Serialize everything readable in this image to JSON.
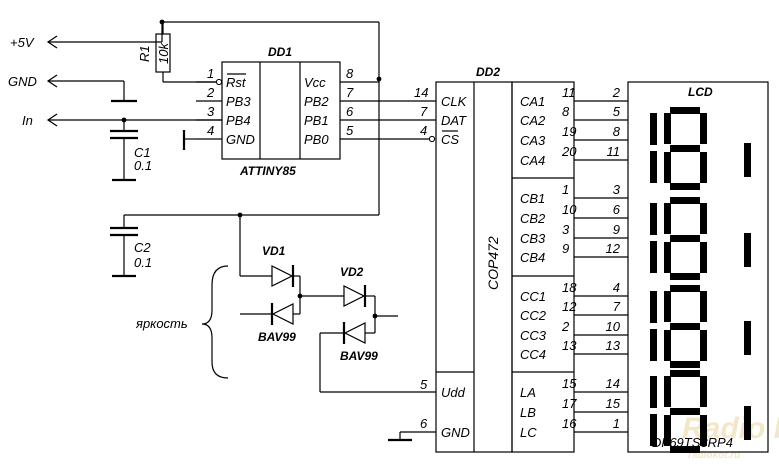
{
  "ports": {
    "vcc": "+5V",
    "gnd": "GND",
    "in": "In"
  },
  "r1": {
    "ref": "R1",
    "value": "10k"
  },
  "c1": {
    "ref": "C1",
    "value": "0.1"
  },
  "c2": {
    "ref": "C2",
    "value": "0.1"
  },
  "dd1": {
    "ref": "DD1",
    "part": "ATTINY85",
    "left_pins": [
      {
        "num": "1",
        "name": "Rst"
      },
      {
        "num": "2",
        "name": "PB3"
      },
      {
        "num": "3",
        "name": "PB4"
      },
      {
        "num": "4",
        "name": "GND"
      }
    ],
    "right_pins": [
      {
        "num": "8",
        "name": "Vcc"
      },
      {
        "num": "7",
        "name": "PB2"
      },
      {
        "num": "6",
        "name": "PB1"
      },
      {
        "num": "5",
        "name": "PB0"
      }
    ]
  },
  "dd2": {
    "ref": "DD2",
    "part": "COP472",
    "left_pins": [
      {
        "num": "14",
        "name": "CLK"
      },
      {
        "num": "7",
        "name": "DAT"
      },
      {
        "num": "4",
        "name": "CS"
      },
      {
        "num": "5",
        "name": "Udd"
      },
      {
        "num": "6",
        "name": "GND"
      }
    ],
    "right_groups": [
      [
        {
          "name": "CA1",
          "pin": "11",
          "lcd": "2"
        },
        {
          "name": "CA2",
          "pin": "8",
          "lcd": "5"
        },
        {
          "name": "CA3",
          "pin": "19",
          "lcd": "8"
        },
        {
          "name": "CA4",
          "pin": "20",
          "lcd": "11"
        }
      ],
      [
        {
          "name": "CB1",
          "pin": "1",
          "lcd": "3"
        },
        {
          "name": "CB2",
          "pin": "10",
          "lcd": "6"
        },
        {
          "name": "CB3",
          "pin": "3",
          "lcd": "9"
        },
        {
          "name": "CB4",
          "pin": "9",
          "lcd": "12"
        }
      ],
      [
        {
          "name": "CC1",
          "pin": "18",
          "lcd": "4"
        },
        {
          "name": "CC2",
          "pin": "12",
          "lcd": "7"
        },
        {
          "name": "CC3",
          "pin": "2",
          "lcd": "10"
        },
        {
          "name": "CC4",
          "pin": "13",
          "lcd": "13"
        }
      ],
      [
        {
          "name": "LA",
          "pin": "15",
          "lcd": "14"
        },
        {
          "name": "LB",
          "pin": "17",
          "lcd": "15"
        },
        {
          "name": "LC",
          "pin": "16",
          "lcd": "1"
        }
      ]
    ]
  },
  "lcd": {
    "label": "LCD",
    "part": "DF69TS3RP4"
  },
  "diodes": {
    "vd1": "VD1",
    "vd1_part": "BAV99",
    "vd2": "VD2",
    "vd2_part": "BAV99"
  },
  "brightness_label": "яркость",
  "watermark": {
    "big": "Radio  KOT",
    "small": "radiokot.ru"
  }
}
